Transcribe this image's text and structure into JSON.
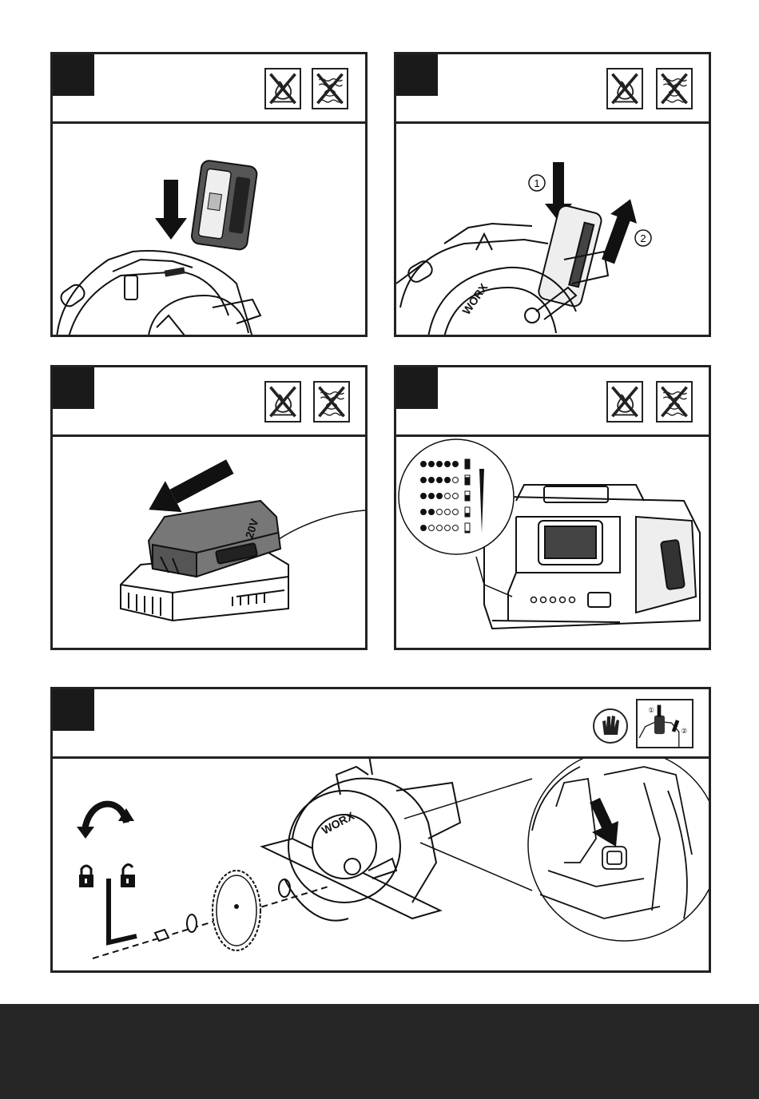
{
  "panels": [
    {
      "id": "panel-1",
      "icons": [
        "no-fire-icon",
        "no-water-icon"
      ]
    },
    {
      "id": "panel-2",
      "icons": [
        "no-fire-icon",
        "no-water-icon"
      ],
      "step_labels": [
        "1",
        "2"
      ]
    },
    {
      "id": "panel-3",
      "icons": [
        "no-fire-icon",
        "no-water-icon"
      ],
      "battery_text": "20V"
    },
    {
      "id": "panel-4",
      "icons": [
        "no-fire-icon",
        "no-water-icon"
      ],
      "charge_levels": [
        5,
        4,
        3,
        2,
        1
      ]
    },
    {
      "id": "panel-5",
      "icons": [
        "gloves-icon",
        "battery-removal-icon"
      ],
      "mini_labels": [
        "①",
        "②"
      ],
      "brand": "WORX"
    }
  ],
  "colors": {
    "frame": "#222222",
    "footer": "#262626",
    "number_box": "#1a1a1a"
  }
}
